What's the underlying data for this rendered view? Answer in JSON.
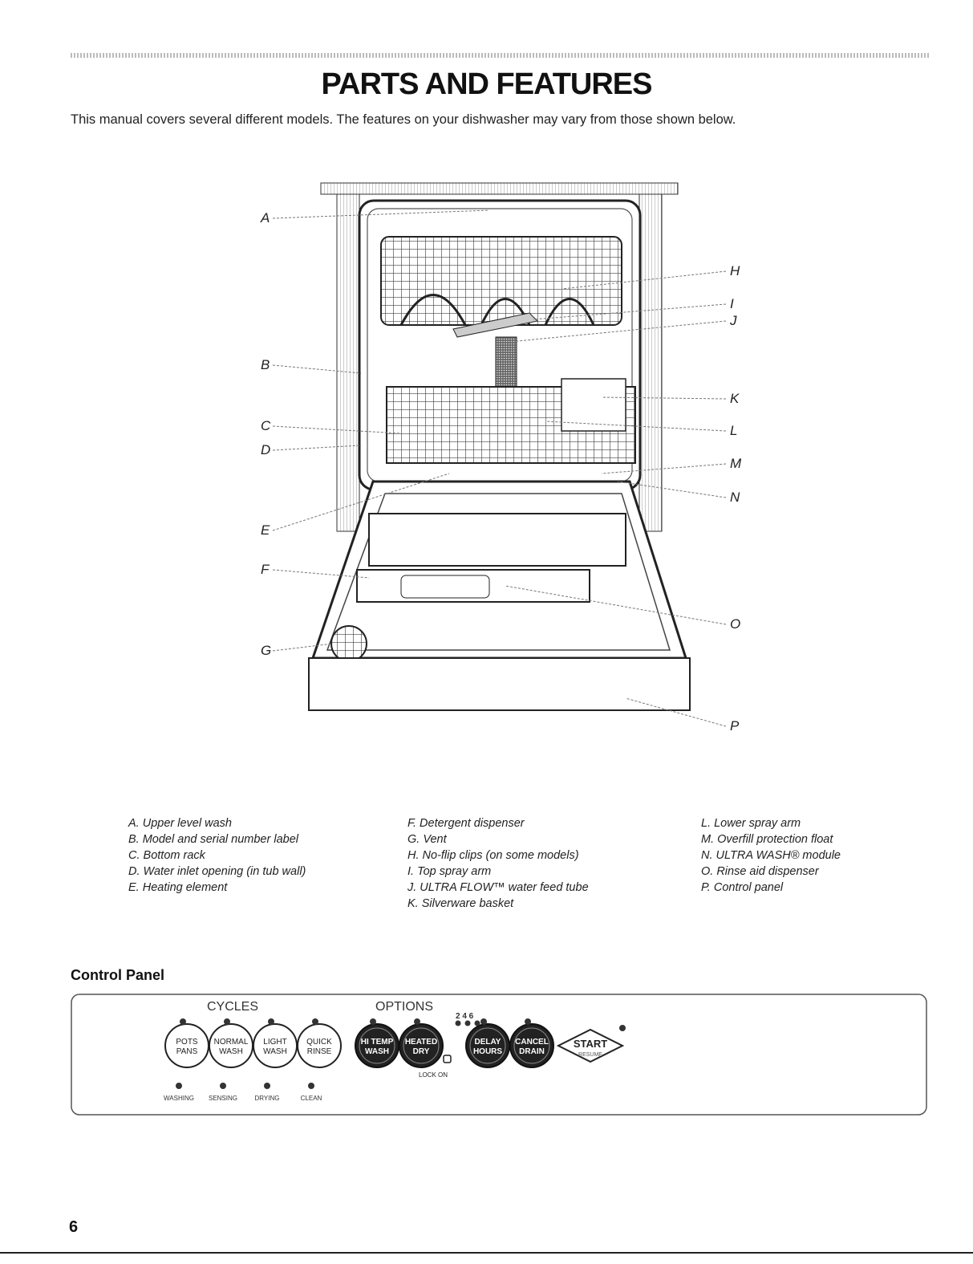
{
  "page": {
    "title": "PARTS AND FEATURES",
    "intro": "This manual covers several different models. The features on your dishwasher may vary from those shown below.",
    "page_number": "6"
  },
  "diagram": {
    "callouts": [
      "A",
      "B",
      "C",
      "D",
      "E",
      "F",
      "G",
      "H",
      "I",
      "J",
      "K",
      "L",
      "M",
      "N",
      "O",
      "P"
    ]
  },
  "legend": {
    "col1": [
      "A. Upper level wash",
      "B. Model and serial number label",
      "C. Bottom rack",
      "D. Water inlet opening (in tub wall)",
      "E. Heating element"
    ],
    "col2": [
      "F. Detergent dispenser",
      "G. Vent",
      "H. No-flip clips (on some models)",
      "I. Top spray arm",
      "J. ULTRA FLOW™ water feed tube",
      "K. Silverware basket"
    ],
    "col3": [
      "L. Lower spray arm",
      "M. Overfill protection float",
      "N. ULTRA WASH® module",
      "O. Rinse aid dispenser",
      "P. Control panel"
    ]
  },
  "control_panel": {
    "section_title": "Control Panel",
    "cycles_label": "CYCLES",
    "options_label": "OPTIONS",
    "delay_numbers": "2 4 6",
    "cycle_buttons": [
      [
        "POTS",
        "PANS"
      ],
      [
        "NORMAL",
        "WASH"
      ],
      [
        "LIGHT",
        "WASH"
      ],
      [
        "QUICK",
        "RINSE"
      ]
    ],
    "option_buttons": [
      [
        "HI TEMP",
        "WASH"
      ],
      [
        "HEATED",
        "DRY"
      ],
      [
        "DELAY",
        "HOURS"
      ],
      [
        "CANCEL",
        "DRAIN"
      ]
    ],
    "start_label": "START",
    "resume_label": "RESUME",
    "lock_label": "LOCK ON",
    "status_lights": [
      "WASHING",
      "SENSING",
      "DRYING",
      "CLEAN"
    ]
  }
}
